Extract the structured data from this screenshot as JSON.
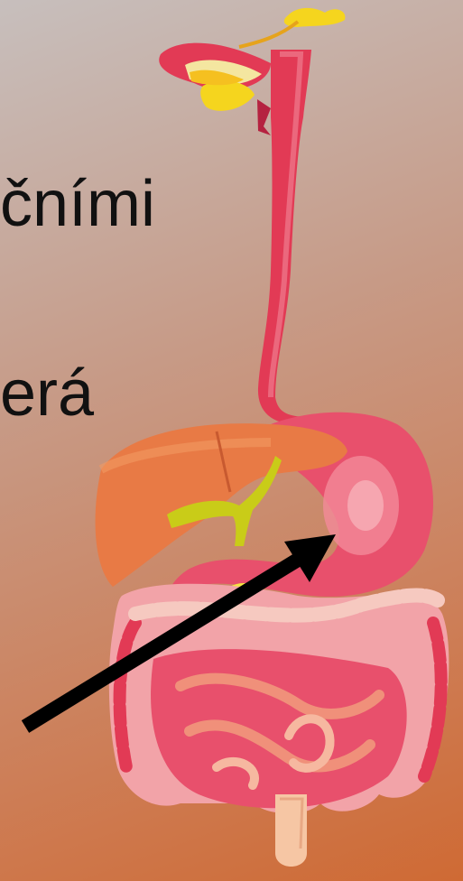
{
  "slide": {
    "lines": [
      "čními",
      "erá"
    ]
  },
  "colors": {
    "background_top": "#c7bfbd",
    "background_bottom": "#cf6a34",
    "esophagus": "#e23a55",
    "liver": "#e87a45",
    "gallbladder_bile": "#c9cc18",
    "stomach": "#e8506c",
    "colon": "#f2a3a8",
    "small_intestine": "#f0907a",
    "salivary_gland": "#f5d51e",
    "arrow": "#000000"
  },
  "icons": {
    "illustration": "digestive-system-illustration",
    "pointer": "arrow-pointing-to-stomach"
  }
}
